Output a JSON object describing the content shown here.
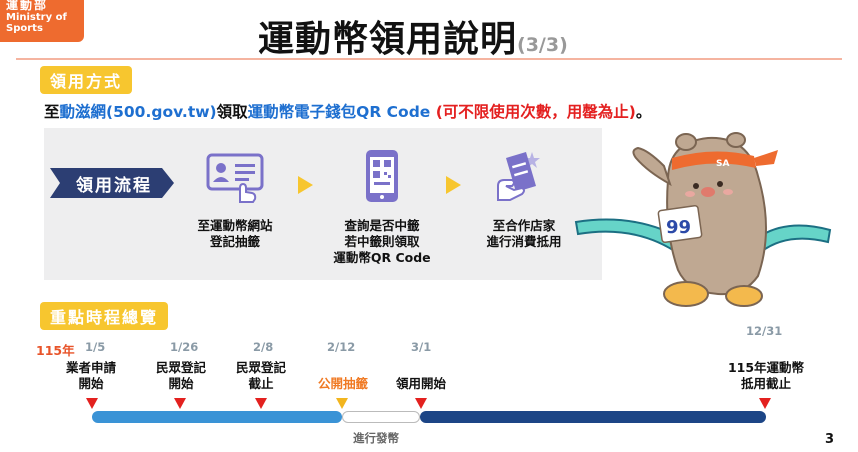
{
  "logo": {
    "line1": "運動部",
    "line2": "Ministry of Sports"
  },
  "title": {
    "main": "運動幣領用說明",
    "page": "(3/3)"
  },
  "method": {
    "tag": "領用方式",
    "t1": "至",
    "t2": "動滋網(500.gov.tw)",
    "t3": "領取",
    "t4": "運動幣電子錢包QR Code",
    "t5": " (可不限使用次數，用罄為止)",
    "t6": "。"
  },
  "flow": {
    "label": "領用流程",
    "steps": [
      {
        "icon": "id-card-hand-icon",
        "l1": "至運動幣網站",
        "l2": "登記抽籤",
        "l3": ""
      },
      {
        "icon": "phone-qr-icon",
        "l1": "查詢是否中籤",
        "l2": "若中籤則領取",
        "l3": "運動幣QR Code"
      },
      {
        "icon": "ticket-hand-icon",
        "l1": "至合作店家",
        "l2": "進行消費抵用",
        "l3": ""
      }
    ]
  },
  "timeline": {
    "tag": "重點時程總覽",
    "year": "115年",
    "milestones": [
      {
        "date": "1/5",
        "l1": "業者申請",
        "l2": "開始",
        "highlight": false
      },
      {
        "date": "1/26",
        "l1": "民眾登記",
        "l2": "開始",
        "highlight": false
      },
      {
        "date": "2/8",
        "l1": "民眾登記",
        "l2": "截止",
        "highlight": false
      },
      {
        "date": "2/12",
        "l1": "公開抽籤",
        "l2": "",
        "highlight": true
      },
      {
        "date": "3/1",
        "l1": "領用開始",
        "l2": "",
        "highlight": false
      },
      {
        "date": "12/31",
        "l1": "115年運動幣",
        "l2": "抵用截止",
        "highlight": false
      }
    ],
    "issuing_label": "進行發幣"
  },
  "mascot": {
    "badge": "99",
    "headband": "SA"
  },
  "page_number": "3",
  "colors": {
    "brand_orange": "#ee6b2f",
    "accent_yellow": "#f7c62f",
    "link_blue": "#1e6fd0",
    "note_red": "#e42020",
    "flow_navy": "#2c3e73",
    "icon_purple": "#7a71c9",
    "bar_light": "#3a93d6",
    "bar_dark": "#1c4586"
  }
}
